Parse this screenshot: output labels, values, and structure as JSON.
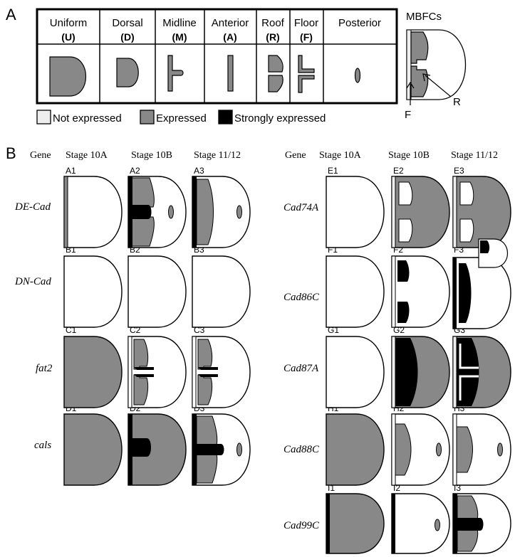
{
  "panel_a": {
    "label": "A",
    "patterns": [
      {
        "name": "Uniform",
        "code": "(U)"
      },
      {
        "name": "Dorsal",
        "code": "(D)"
      },
      {
        "name": "Midline",
        "code": "(M)"
      },
      {
        "name": "Anterior",
        "code": "(A)"
      },
      {
        "name": "Roof",
        "code": "(R)"
      },
      {
        "name": "Floor",
        "code": "(F)"
      },
      {
        "name": "Posterior",
        "code": ""
      }
    ],
    "mbfc": {
      "title": "MBFCs",
      "floor_label": "F",
      "roof_label": "R"
    },
    "legend": [
      {
        "label": "Not expressed",
        "color": "#eeeeee"
      },
      {
        "label": "Expressed",
        "color": "#888888"
      },
      {
        "label": "Strongly expressed",
        "color": "#000000"
      }
    ]
  },
  "panel_b": {
    "label": "B",
    "header_left": {
      "gene": "Gene",
      "s1": "Stage 10A",
      "s2": "Stage 10B",
      "s3": "Stage 11/12"
    },
    "header_right": {
      "gene": "Gene",
      "s1": "Stage 10A",
      "s2": "Stage 10B",
      "s3": "Stage 11/12"
    },
    "genes": [
      {
        "name": "DE-Cad",
        "labels": [
          "A1",
          "A2",
          "A3"
        ]
      },
      {
        "name": "DN-Cad",
        "labels": [
          "B1",
          "B2",
          "B3"
        ]
      },
      {
        "name": "fat2",
        "labels": [
          "C1",
          "C2",
          "C3"
        ]
      },
      {
        "name": "cals",
        "labels": [
          "D1",
          "D2",
          "D3"
        ]
      },
      {
        "name": "Cad74A",
        "labels": [
          "E1",
          "E2",
          "E3"
        ]
      },
      {
        "name": "Cad86C",
        "labels": [
          "F1",
          "F2",
          "F3"
        ]
      },
      {
        "name": "Cad87A",
        "labels": [
          "G1",
          "G2",
          "G3"
        ]
      },
      {
        "name": "Cad88C",
        "labels": [
          "H1",
          "H2",
          "H3"
        ]
      },
      {
        "name": "Cad99C",
        "labels": [
          "I1",
          "I2",
          "I3"
        ]
      }
    ]
  },
  "colors": {
    "expressed": "#888888",
    "strong": "#000000",
    "none": "#ffffff",
    "outline": "#000000"
  }
}
